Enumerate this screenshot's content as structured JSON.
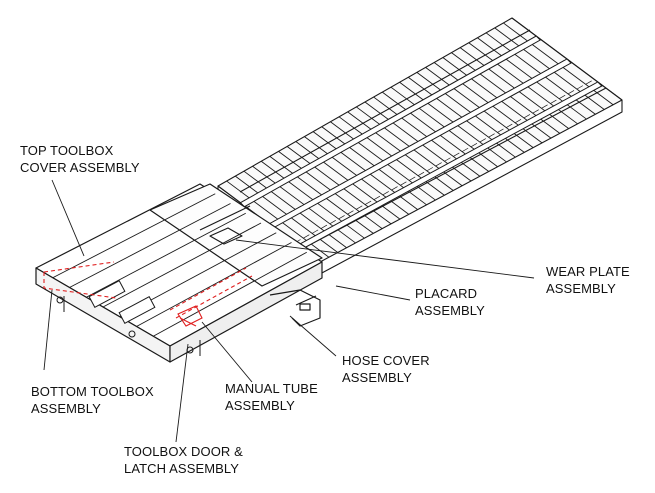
{
  "diagram": {
    "callouts": [
      {
        "id": "top-toolbox-cover-assembly",
        "line1": "TOP TOOLBOX",
        "line2": "COVER ASSEMBLY"
      },
      {
        "id": "wear-plate-assembly",
        "line1": "WEAR PLATE",
        "line2": "ASSEMBLY"
      },
      {
        "id": "placard-assembly",
        "line1": "PLACARD",
        "line2": "ASSEMBLY"
      },
      {
        "id": "hose-cover-assembly",
        "line1": "HOSE COVER",
        "line2": "ASSEMBLY"
      },
      {
        "id": "bottom-toolbox-assembly",
        "line1": "BOTTOM TOOLBOX",
        "line2": "ASSEMBLY"
      },
      {
        "id": "manual-tube-assembly",
        "line1": "MANUAL TUBE",
        "line2": "ASSEMBLY"
      },
      {
        "id": "toolbox-door-latch-assembly",
        "line1": "TOOLBOX DOOR &",
        "line2": "LATCH ASSEMBLY"
      }
    ],
    "colors": {
      "line": "#1a1a1a",
      "highlight": "#e01e1e",
      "background": "#ffffff"
    }
  }
}
